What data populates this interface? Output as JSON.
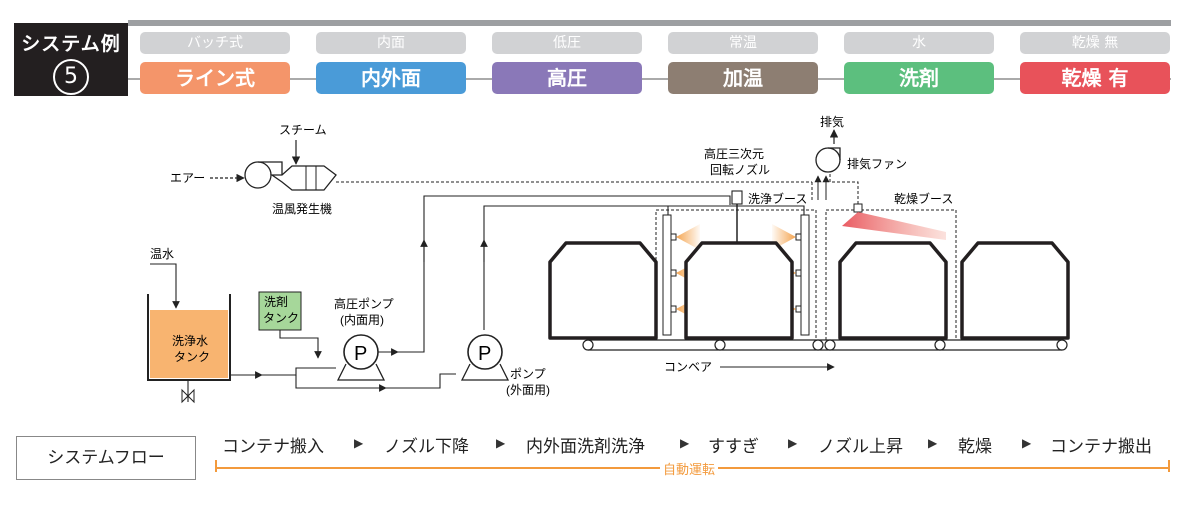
{
  "header": {
    "badge_title": "システム例",
    "badge_number": "5"
  },
  "options": [
    {
      "off": "バッチ式",
      "on": "ライン式",
      "color": "#f4956a"
    },
    {
      "off": "内面",
      "on": "内外面",
      "color": "#4a9bd8"
    },
    {
      "off": "低圧",
      "on": "高圧",
      "color": "#8a78b8"
    },
    {
      "off": "常温",
      "on": "加温",
      "color": "#8d7e72"
    },
    {
      "off": "水",
      "on": "洗剤",
      "color": "#5cbf7e"
    },
    {
      "off": "乾燥 無",
      "on": "乾燥 有",
      "color": "#e8525a"
    }
  ],
  "diagram": {
    "steam": "スチーム",
    "air": "エアー",
    "heater": "温風発生機",
    "exhaust": "排気",
    "exhaust_fan": "排気ファン",
    "nozzle_l1": "高圧三次元",
    "nozzle_l2": "回転ノズル",
    "wash_booth": "洗浄ブース",
    "dry_booth": "乾燥ブース",
    "hot_water": "温水",
    "tank_l1": "洗浄水",
    "tank_l2": "タンク",
    "detergent_l1": "洗剤",
    "detergent_l2": "タンク",
    "hp_pump_l1": "高圧ポンプ",
    "hp_pump_l2": "(内面用)",
    "pump_l1": "ポンプ",
    "pump_l2": "(外面用)",
    "pump_symbol": "P",
    "conveyor": "コンベア"
  },
  "flow": {
    "label": "システムフロー",
    "steps": [
      "コンテナ搬入",
      "ノズル下降",
      "内外面洗剤洗浄",
      "すすぎ",
      "ノズル上昇",
      "乾燥",
      "コンテナ搬出"
    ],
    "arrow": "▶",
    "auto": "自動運転",
    "accent": "#f39a3c"
  }
}
